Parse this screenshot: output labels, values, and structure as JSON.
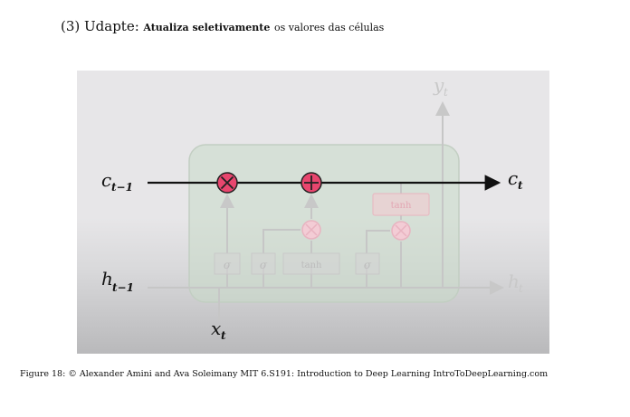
{
  "heading": {
    "step": "(3) Udapte:",
    "bold": "Atualiza seletivamente",
    "rest": "os valores das células"
  },
  "diagram": {
    "labels": {
      "c_prev": "c",
      "c_prev_sub": "t−1",
      "c_next": "c",
      "c_next_sub": "t",
      "h_prev": "h",
      "h_prev_sub": "t−1",
      "h_next": "h",
      "h_next_sub": "t",
      "x": "x",
      "x_sub": "t",
      "y": "y",
      "y_sub": "t"
    },
    "gates": {
      "sigma1": "σ",
      "sigma2": "σ",
      "tanh_gate": "tanh",
      "sigma3": "σ",
      "tanh_out": "tanh"
    },
    "colors": {
      "highlight": "#e8466e",
      "cell_body": "#c8dcc8",
      "faded": "#c4c4c4"
    }
  },
  "caption": "Figure 18: © Alexander Amini and Ava Soleimany MIT 6.S191: Introduction to Deep Learning IntroToDeepLearning.com"
}
